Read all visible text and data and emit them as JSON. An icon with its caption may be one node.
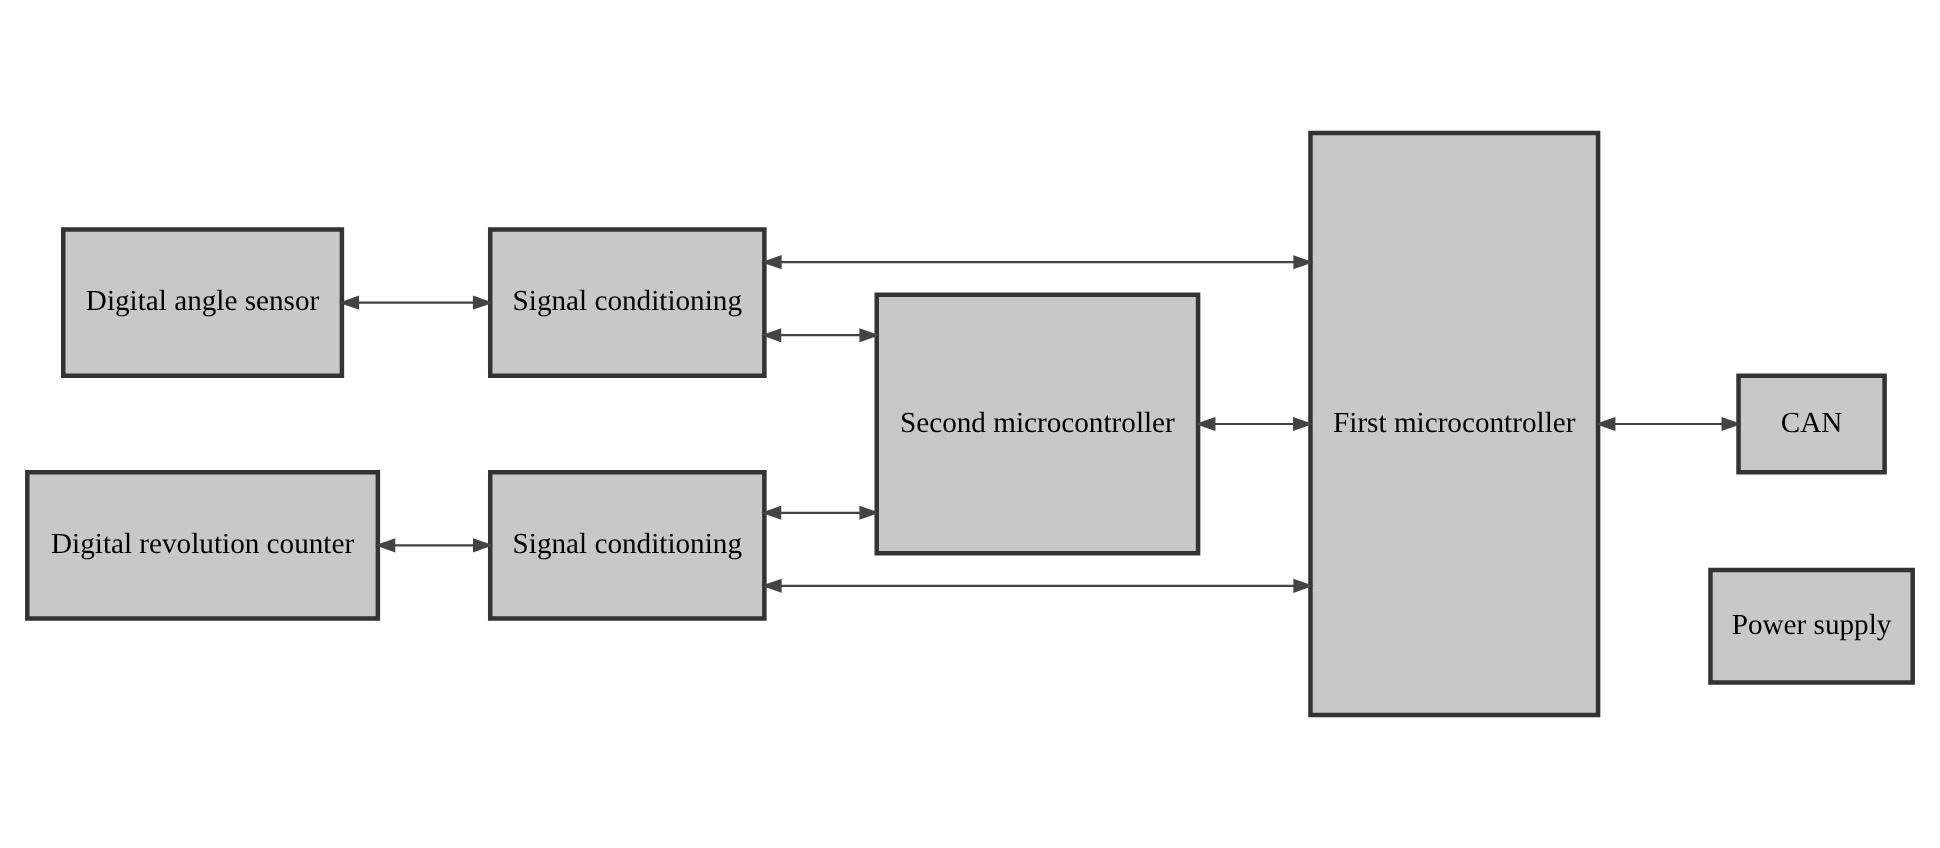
{
  "diagram": {
    "nodes": [
      {
        "text": [
          "Digital angle sensor"
        ]
      },
      {
        "text": [
          "Signal conditioning"
        ]
      },
      {
        "text": [
          "Second microcontroller"
        ]
      },
      {
        "text": [
          "First microcontroller"
        ]
      },
      {
        "text": [
          "CAN"
        ]
      },
      {
        "text": [
          "Digital revolution counter"
        ]
      },
      {
        "text": [
          "Signal conditioning"
        ]
      },
      {
        "text": [
          "Power supply"
        ]
      }
    ],
    "edges": [
      {
        "from": 0,
        "to": 1,
        "arrow": "both"
      },
      {
        "from": 1,
        "to": 2,
        "arrow": "both"
      },
      {
        "from": 1,
        "to": 3,
        "arrow": "both"
      },
      {
        "from": 2,
        "to": 3,
        "arrow": "both"
      },
      {
        "from": 3,
        "to": 4,
        "arrow": "both"
      },
      {
        "from": 5,
        "to": 6,
        "arrow": "both"
      },
      {
        "from": 6,
        "to": 2,
        "arrow": "both"
      },
      {
        "from": 6,
        "to": 3,
        "arrow": "both"
      }
    ]
  }
}
